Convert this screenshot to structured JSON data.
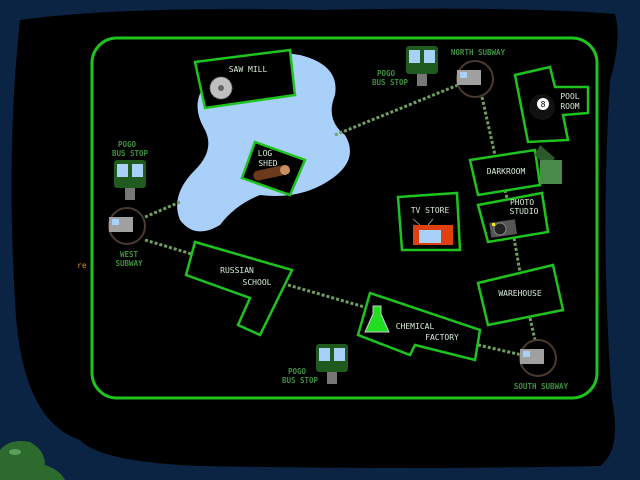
{
  "map": {
    "buildings": {
      "saw_mill": "SAW MILL",
      "log_shed": [
        "LOG",
        "SHED"
      ],
      "russian_school": [
        "RUSSIAN",
        "SCHOOL"
      ],
      "chemical_factory": [
        "CHEMICAL",
        "FACTORY"
      ],
      "tv_store": "TV STORE",
      "photo_studio": [
        "PHOTO",
        "STUDIO"
      ],
      "darkroom": "DARKROOM",
      "pool_room": [
        "POOL",
        "ROOM"
      ],
      "warehouse": "WAREHOUSE"
    },
    "stations": {
      "north_subway": "NORTH SUBWAY",
      "west_subway": [
        "WEST",
        "SUBWAY"
      ],
      "south_subway": "SOUTH SUBWAY",
      "bus_stop_north": [
        "POGO",
        "BUS STOP"
      ],
      "bus_stop_west": [
        "POGO",
        "BUS STOP"
      ],
      "bus_stop_south": [
        "POGO",
        "BUS STOP"
      ]
    },
    "partial_text": "re",
    "pool_ball_number": "8"
  },
  "colors": {
    "border": "#1ec41e",
    "lake": "#a8d0f8",
    "background": "#0b2444",
    "path": "#6f9f5f"
  }
}
